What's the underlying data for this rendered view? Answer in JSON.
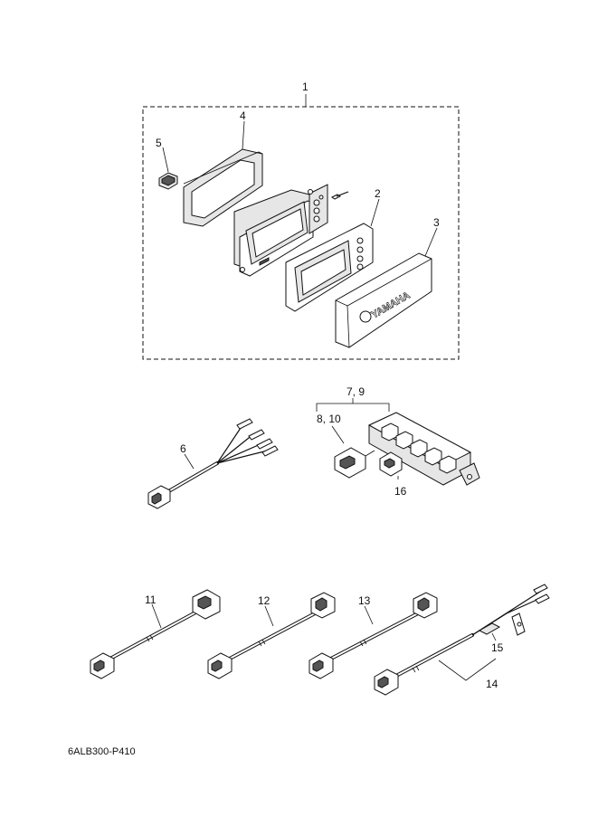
{
  "callouts": {
    "c1": "1",
    "c2": "2",
    "c3": "3",
    "c4": "4",
    "c5": "5",
    "c6": "6",
    "c79": "7, 9",
    "c810": "8, 10",
    "c11": "11",
    "c12": "12",
    "c13": "13",
    "c14": "14",
    "c15": "15",
    "c16": "16"
  },
  "diagram_code": "6ALB300-P410",
  "cover_logo_text": "YAMAHA"
}
